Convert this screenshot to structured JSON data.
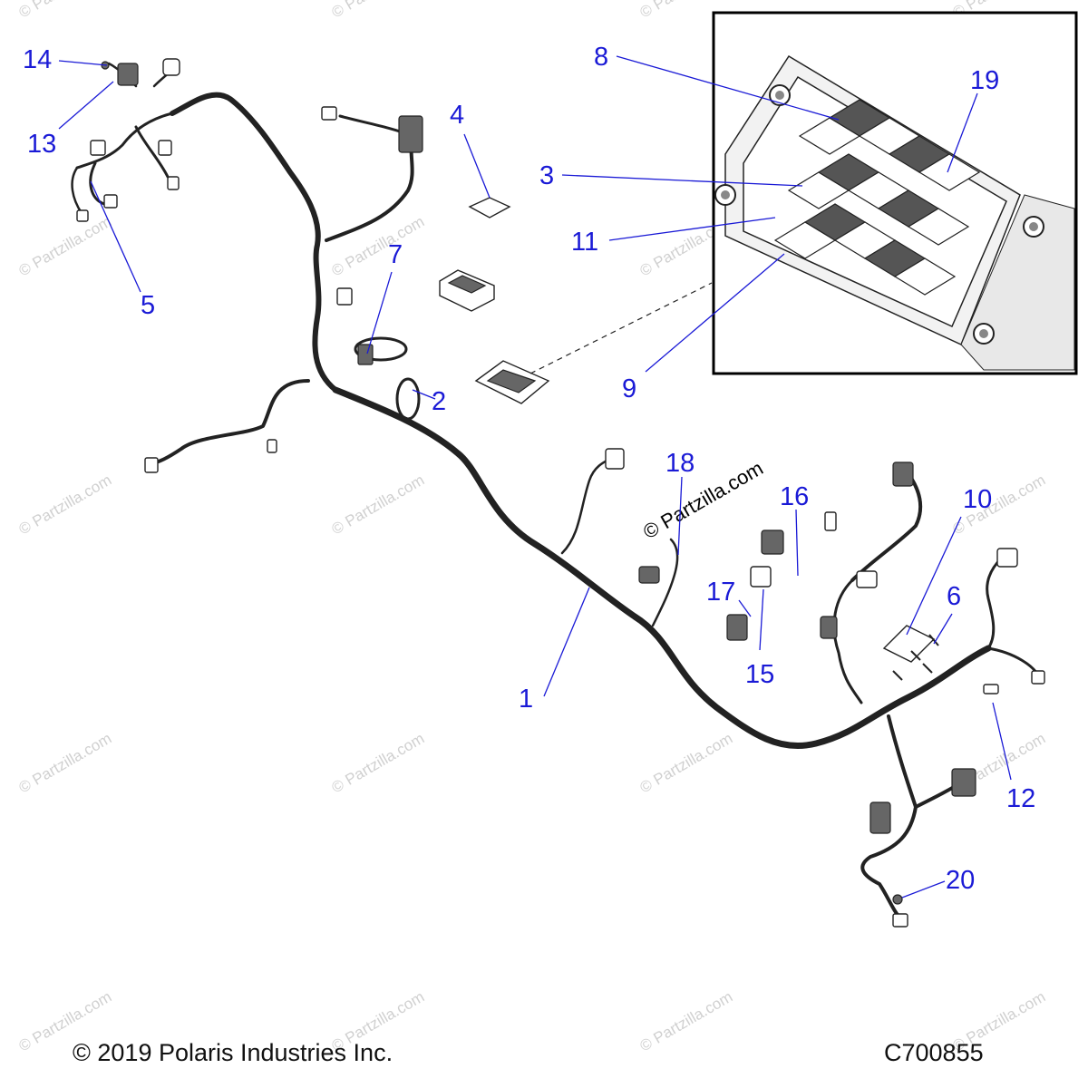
{
  "callouts": [
    {
      "label": "1"
    },
    {
      "label": "2"
    },
    {
      "label": "3"
    },
    {
      "label": "4"
    },
    {
      "label": "5"
    },
    {
      "label": "6"
    },
    {
      "label": "7"
    },
    {
      "label": "8"
    },
    {
      "label": "9"
    },
    {
      "label": "10"
    },
    {
      "label": "11"
    },
    {
      "label": "12"
    },
    {
      "label": "13"
    },
    {
      "label": "14"
    },
    {
      "label": "15"
    },
    {
      "label": "16"
    },
    {
      "label": "17"
    },
    {
      "label": "18"
    },
    {
      "label": "19"
    },
    {
      "label": "20"
    }
  ],
  "watermark": {
    "repeat_text": "© Partzilla.com",
    "center_text": "© Partzilla.com"
  },
  "footer": {
    "copyright": "© 2019 Polaris Industries Inc.",
    "drawing_id": "C700855"
  },
  "colors": {
    "callout": "#1a1ad6",
    "line_art": "#222222",
    "watermark": "#d0d0d0",
    "background": "#ffffff"
  }
}
